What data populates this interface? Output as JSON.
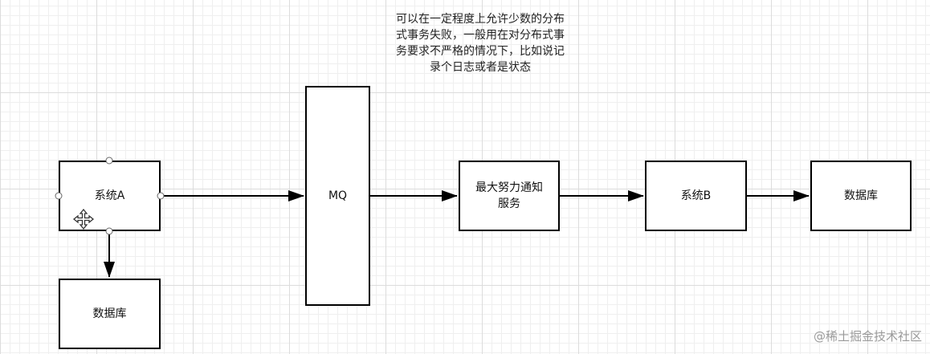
{
  "nodes": {
    "system_a": "系统A",
    "database_a": "数据库",
    "mq": "MQ",
    "best_effort_notify": "最大努力通知\n服务",
    "system_b": "系统B",
    "database_b": "数据库"
  },
  "note": "可以在一定程度上允许少数的分布式事务失败，一般用在对分布式事务要求不严格的情况下，比如说记录个日志或者是状态",
  "watermark": "@稀土掘金技术社区",
  "edges": [
    {
      "from": "system_a",
      "to": "mq"
    },
    {
      "from": "system_a",
      "to": "database_a"
    },
    {
      "from": "mq",
      "to": "best_effort_notify"
    },
    {
      "from": "best_effort_notify",
      "to": "system_b"
    },
    {
      "from": "system_b",
      "to": "database_b"
    }
  ],
  "colors": {
    "stroke": "#000000",
    "grid_major": "#dcdcdc",
    "grid_minor": "#efefef",
    "handle_fill": "#ffffff",
    "handle_stroke": "#666666"
  },
  "icons": {
    "move_cursor": "move-cursor-icon"
  }
}
